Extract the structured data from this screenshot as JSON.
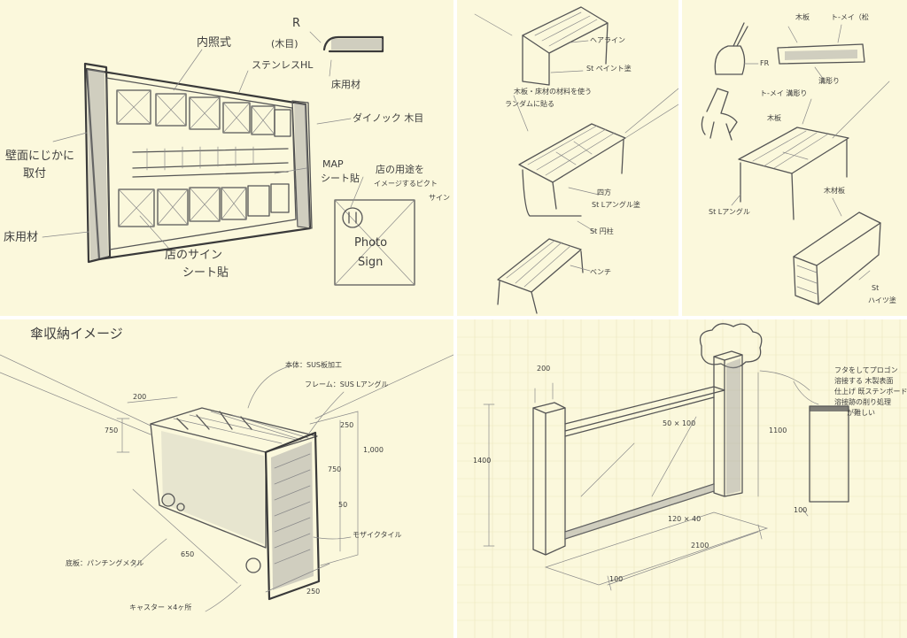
{
  "sheets": {
    "signboard": {
      "inner_light": "内照式",
      "stainless_hl": "ステンレスHL",
      "r_label": "R",
      "r_wood": "(木目)",
      "base_material": "床用材",
      "dynoc_wood": "ダイノック 木目",
      "wall_mount": "壁面にじかに",
      "wall_mount_2": "取付",
      "base_material_left": "床用材",
      "map_sheet": "MAP",
      "map_sheet_2": "シート貼",
      "pictogram_note": "店の用途を",
      "pictogram_note_2": "イメージするピクト",
      "pictogram_note_3": "サイン",
      "photo_text": "Photo",
      "sign_text": "Sign",
      "shop_sign_sheet": "店のサイン",
      "shop_sign_sheet_2": "シート貼"
    },
    "tables": {
      "hairline": "ヘアライン",
      "st_paint": "St ペイント塗",
      "wood_random": "木板・床材の材料を使う",
      "wood_random_2": "ランダムに貼る",
      "angle_frame": "四方",
      "angle_frame_2": "St Lアングル塗",
      "st_leg": "St 円柱",
      "bench_label": "ベンチ"
    },
    "furniture": {
      "tree_plank": "木板",
      "pine": "ト-メイ（松",
      "frp": "FR",
      "groove": "溝彫り",
      "plank_top": "木板",
      "pine_2": "ト-メイ 溝彫り",
      "st_angle": "St Lアングル",
      "wood_plank": "木材板",
      "st_side": "St",
      "st_side_2": "ハイツ塗"
    },
    "storage": {
      "title": "傘収納イメージ",
      "body_label": "本体：SUS板加工",
      "frame_label": "フレーム：SUS Lアングル",
      "dim_200": "200",
      "dim_750": "750",
      "dim_250": "250",
      "dim_750_b": "750",
      "dim_1000": "1,000",
      "dim_50": "50",
      "dim_650": "650",
      "dim_250_b": "250",
      "bottom_label": "底板：パンチングメタル",
      "mosaic_label": "モザイクタイル",
      "caster_label": "キャスター ×4ヶ所"
    },
    "gate": {
      "dim_200": "200",
      "dim_50x100": "50 × 100",
      "dim_1400": "1400",
      "dim_1100": "1100",
      "dim_120x40": "120 × 40",
      "dim_2100": "2100",
      "dim_100": "100",
      "dim_100_b": "100",
      "note_1": "フタをしてプロゴン",
      "note_2": "溶接する 木製表面",
      "note_3": "仕上げ 既ステンボード",
      "note_4": "溶接跡の削り処理",
      "note_5": "が難しい"
    }
  }
}
